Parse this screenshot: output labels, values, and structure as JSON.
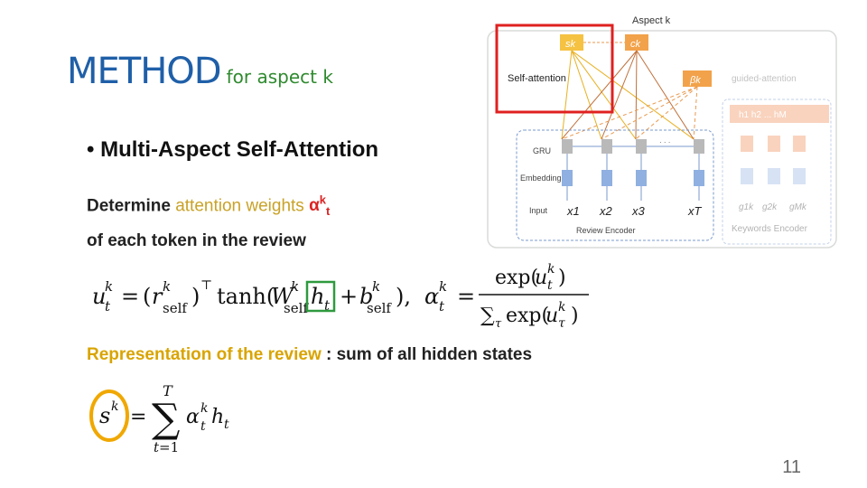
{
  "slide": {
    "title": "METHOD",
    "title_sub": "for aspect k",
    "bullet": "• Multi-Aspect Self-Attention",
    "line1_prefix": "Determine ",
    "line1_highlight": "attention weights",
    "line1_symbol": "αkt",
    "line2": "of each token in the review",
    "repr_highlight": "Representation of the review",
    "repr_rest": " : sum of all hidden states",
    "page_number": "11"
  },
  "diagram": {
    "aspect_label": "Aspect k",
    "self_attention": "Self-attention",
    "guided_attention": "guided-attention",
    "gru": "GRU",
    "embedding": "Embedding",
    "input": "Input",
    "review_encoder": "Review Encoder",
    "keywords_encoder": "Keywords Encoder",
    "node_s": "sk",
    "node_c": "ck",
    "node_beta": "βk",
    "inputs": [
      "x1",
      "x2",
      "x3",
      "xT"
    ],
    "keywords": [
      "g1k",
      "g2k",
      "gMk"
    ],
    "dots": "· · ·"
  },
  "colors": {
    "title_blue": "#1f5fa8",
    "sub_green": "#2f8a2f",
    "highlight_yellow": "#d9a400",
    "red_box": "#e02020",
    "green_box": "#2e9a3e",
    "orange_circle": "#f0a800"
  }
}
